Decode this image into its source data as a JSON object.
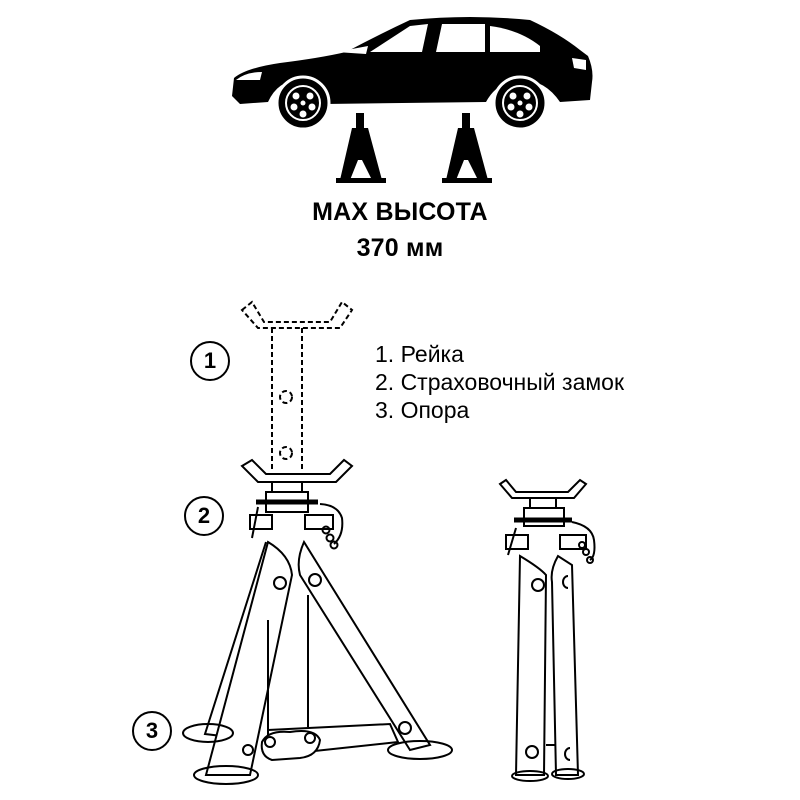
{
  "header": {
    "line1": "MAX ВЫСОТА",
    "line2": "370 мм"
  },
  "legend": {
    "items": [
      {
        "label": "1. Рейка"
      },
      {
        "label": "2. Страховочный замок"
      },
      {
        "label": "3. Опора"
      }
    ]
  },
  "callouts": [
    {
      "number": "1",
      "target": "rail"
    },
    {
      "number": "2",
      "target": "safety-lock"
    },
    {
      "number": "3",
      "target": "support"
    }
  ],
  "illustrations": {
    "top": "car-on-jack-stands-icon",
    "left": "jack-stand-extended-icon",
    "right": "jack-stand-folded-icon"
  },
  "colors": {
    "ink": "#000000",
    "background": "#ffffff"
  }
}
